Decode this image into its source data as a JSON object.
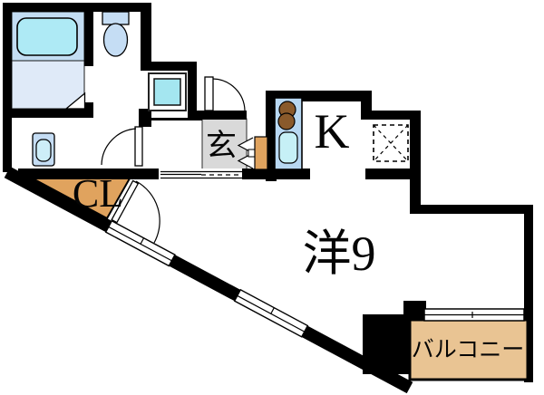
{
  "plan": {
    "type": "apartment-floor-plan",
    "rooms": {
      "entrance_label": "玄",
      "kitchen_label": "K",
      "main_room_label": "洋9",
      "closet_label": "CL",
      "balcony_label": "バルコニー"
    },
    "fixtures": [
      "bathtub",
      "toilet",
      "wash-basin",
      "washing-machine-space",
      "kitchen-counter-with-burners-and-sink",
      "refrigerator-space",
      "shoe-cabinet",
      "entrance-door",
      "hall-door",
      "closet-door",
      "bath-door",
      "sliding-entry-door",
      "windows",
      "balcony-window"
    ],
    "colors": {
      "wall": "#000000",
      "background": "#ffffff",
      "bathroom_floor_upper": "#c3ddf3",
      "bathroom_floor_lower": "#dfeaf8",
      "bathtub": "#aeeaf5",
      "fixture_blue": "#c5ddf4",
      "basin_bowl": "#cdeef8",
      "washer_cyan": "#a4e6f0",
      "kitchen_unit": "#b8d8f2",
      "kitchen_sink": "#c6f0f6",
      "burner_brown": "#8a5a2b",
      "entrance_gray": "#d9d9d9",
      "closet_tan": "#e0a35e",
      "balcony_tan": "#e9c493",
      "text": "#050505"
    }
  }
}
